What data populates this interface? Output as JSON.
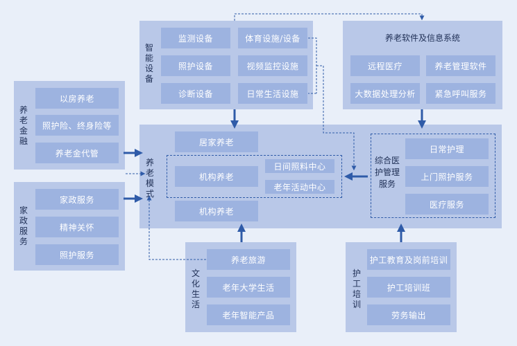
{
  "smart_devices": {
    "label": "智能设备",
    "items": [
      "监测设备",
      "体育设施/设备",
      "照护设备",
      "视频监控设施",
      "诊断设备",
      "日常生活设施"
    ]
  },
  "software": {
    "title": "养老软件及信息系统",
    "items": [
      "远程医疗",
      "养老管理软件",
      "大数据处理分析",
      "紧急呼叫服务"
    ]
  },
  "finance": {
    "label": "养老金融",
    "items": [
      "以房养老",
      "照护险、终身险等",
      "养老金代管"
    ]
  },
  "housekeeping": {
    "label": "家政服务",
    "items": [
      "家政服务",
      "精神关怀",
      "照护服务"
    ]
  },
  "elderly_mode": {
    "label": "养老模式",
    "home": "居家养老",
    "institution": "机构养老",
    "day_care": "日间照料中心",
    "activity": "老年活动中心",
    "institution_bottom": "机构养老"
  },
  "integrated": {
    "label": "综合医护管理服务",
    "items": [
      "日常护理",
      "上门照护服务",
      "医疗服务"
    ]
  },
  "culture": {
    "label": "文化生活",
    "items": [
      "养老旅游",
      "老年大学生活",
      "老年智能产品"
    ]
  },
  "training": {
    "label": "护工培训",
    "items": [
      "护工教育及岗前培训",
      "护工培训班",
      "劳务输出"
    ]
  },
  "colors": {
    "panel": "#b9c8e8",
    "box": "#9db3e0",
    "arrow": "#2f5ba8",
    "background": "#e9eff9"
  }
}
